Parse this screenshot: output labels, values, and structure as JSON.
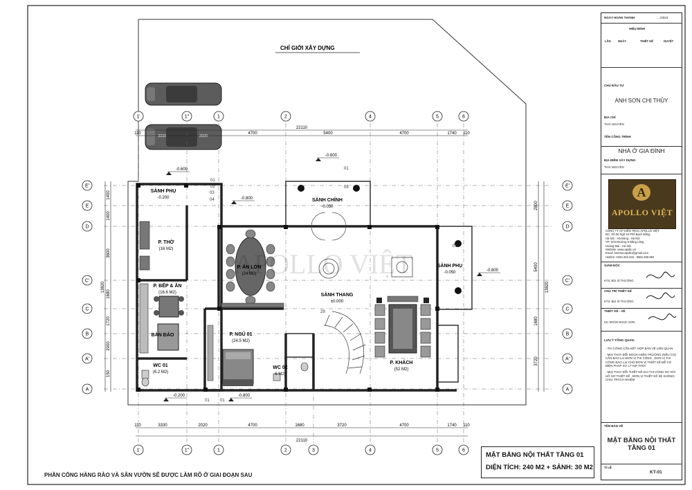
{
  "drawing": {
    "setback_label": "CHỈ GIỚI XÂY DỰNG",
    "watermark": "APOLLO VIỆT",
    "grid_columns": [
      "1'",
      "1''",
      "1",
      "2",
      "3",
      "4",
      "5",
      "6"
    ],
    "grid_rows": [
      "E'",
      "E",
      "D",
      "C'",
      "C",
      "B",
      "A'",
      "A"
    ],
    "dims_top": [
      "110",
      "4700",
      "5400",
      "4700",
      "1740",
      "110"
    ],
    "dims_top_total": "22110",
    "dims_bottom": [
      "110",
      "3330",
      "2020",
      "4700",
      "1680",
      "3720",
      "4700",
      "1740",
      "110"
    ],
    "dims_bottom_total": "22110",
    "dims_left": [
      "1400",
      "1400",
      "3600",
      "1680",
      "1720",
      "2000",
      "150"
    ],
    "dims_left_total": "13820",
    "dims_right": [
      "2800",
      "5400",
      "1680",
      "3720"
    ],
    "dims_right_total": "13820",
    "car_dims": [
      "3330",
      "2020"
    ],
    "rooms": [
      {
        "name": "SẢNH PHỤ",
        "area": "",
        "level": "-0.200"
      },
      {
        "name": "SẢNH CHÍNH",
        "area": "",
        "level": "-0.050"
      },
      {
        "name": "P. THỜ",
        "area": "(16 M2)",
        "level": ""
      },
      {
        "name": "P. ĂN LỚN",
        "area": "(24 M2)",
        "level": ""
      },
      {
        "name": "SẢNH PHỤ",
        "area": "",
        "level": "-0.050"
      },
      {
        "name": "P. BẾP & ĂN",
        "area": "(16.6 M2)",
        "level": ""
      },
      {
        "name": "SẢNH THANG",
        "area": "",
        "level": "±0.000"
      },
      {
        "name": "BÀN ĐẢO",
        "area": "",
        "level": ""
      },
      {
        "name": "P. NGỦ 01",
        "area": "(24.5 M2)",
        "level": ""
      },
      {
        "name": "P. KHÁCH",
        "area": "(52 M2)",
        "level": ""
      },
      {
        "name": "WC 01",
        "area": "(6.2 M2)",
        "level": ""
      },
      {
        "name": "WC 02",
        "area": "6 M2)",
        "level": ""
      }
    ],
    "levels": [
      "-0.600",
      "-0.600",
      "-0.800",
      "-0.800",
      "-0.200",
      "-0.800"
    ],
    "tags": [
      "01",
      "02",
      "03",
      "04",
      "05",
      "01",
      "01",
      "01",
      "29",
      "01"
    ]
  },
  "title_block": {
    "date_label": "NGÀY HOÀN THÀNH",
    "date_value": "..../2023",
    "revision_label": "HIỆU ĐÍNH",
    "revision_cols": [
      "LẦN",
      "NGÀY",
      "THIẾT KẾ",
      "DUYỆT"
    ],
    "investor_label": "CHỦ ĐẦU TƯ",
    "investor_value": "ANH SƠN  CHỊ THỦY",
    "address_label": "ĐỊA CHỈ",
    "address_value": "THÁI NGUYÊN",
    "project_label": "TÊN CÔNG TRÌNH",
    "project_value": "NHÀ Ở GIA ĐÌNH",
    "location_label": "ĐỊA ĐIỂM XÂY DỰNG",
    "location_value": "THÁI NGUYÊN",
    "logo_monogram": "A",
    "logo_name": "APOLLO VIỆT",
    "company_lines": [
      "CÔNG TY CP KIẾN TRÚC APOLLO VIỆT",
      "ĐC: Số 50 Ngõ 16 Phố Bạch Đằng",
      "Hà Nội - Hà Đông - Hà Nội",
      "VP: 5/23 Đường 5 Bằng Lãng",
      "Hoàng Mai - Hà Nội",
      "Website: www.apollo.vn",
      "Email: kientrucapollo@gmail.com",
      "Hotline: 0333.333.333 - 0962.368.892"
    ],
    "director_label": "GIÁM ĐỐC",
    "director_name": "KTS: BÙI SĨ THƯỜNG",
    "design_lead_label": "CHỦ TRÌ THIẾT KẾ",
    "design_lead_name": "KTS: BÙI SĨ THƯỜNG",
    "designer_label": "THIẾT KẾ - VẼ",
    "designer_name": "KS: ĐOÀN NGỌC SƠN",
    "notes_label": "LƯU Ý TỔNG QUAN:",
    "notes": [
      "- THI CÔNG CẦN KẾT HỢP BẢN VẼ LIÊN QUAN",
      "- MỌI THAY ĐỔI NGOÀI HIỆN TRƯỜNG (NẾU CÓ) CẦN BÁO LẠI ĐƠN VỊ THI CÔNG , ĐƠN VỊ THI CÔNG BÁO LẠI CHO ĐƠN VỊ THIẾT KẾ ĐỂ CÓ BIỆN PHÁP XỬ LÝ KỊP THỜI",
      "- MỌI THAY ĐỔI THIẾT KẾ KHI THI CÔNG SO VỚI HỒ SƠ THIẾT KẾ , ĐƠN VỊ THIẾT KẾ SẼ KHÔNG CHỊU TRÁCH NHIỆM"
    ],
    "sheet_name_label": "TÊN BẢN VẼ",
    "sheet_name": "MẶT BẰNG NỘI THẤT TẦNG 01",
    "scale_label": "TỈ LỆ",
    "sheet_no": "KT-01"
  },
  "title_box": {
    "line1": "MẶT BẰNG NỘI THẤT TẦNG 01",
    "line2": "DIỆN TÍCH: 240 M2 + SẢNH: 30 M2"
  },
  "footer_note": "PHẦN CỔNG HÀNG RÀO VÀ SÂN VƯỜN SẼ ĐƯỢC LÀM RÕ Ở GIAI ĐOẠN SAU"
}
